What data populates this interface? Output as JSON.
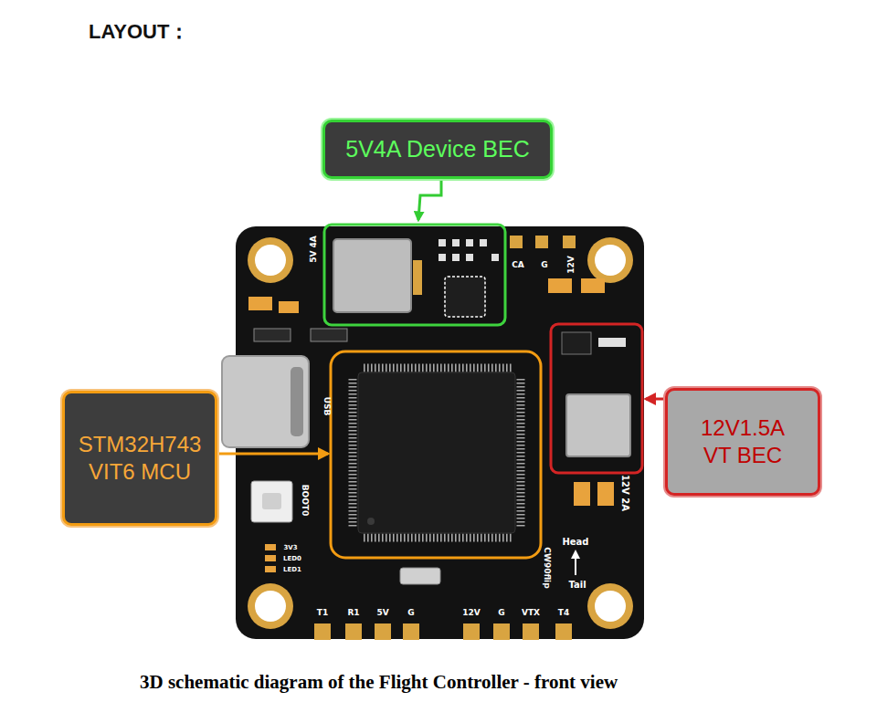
{
  "diagram": {
    "title": "LAYOUT：",
    "caption": "3D schematic diagram of the Flight Controller - front view",
    "nodes": [
      {
        "text": [
          "5V4A Device BEC"
        ]
      },
      {
        "text": [
          "STM32H743 VIT6 MCU"
        ]
      },
      {
        "text": [
          "12V1.5A VT BEC"
        ]
      }
    ],
    "labels": [
      "5V 4A",
      "CA",
      "G",
      "12V",
      "USB",
      "BOOT0",
      "3V3",
      "LED0",
      "LED1",
      "CW90flip",
      "Head",
      "Tail",
      "12V 2A",
      "T1",
      "R1",
      "5V",
      "G",
      "12V",
      "G",
      "VTX",
      "T4"
    ]
  }
}
